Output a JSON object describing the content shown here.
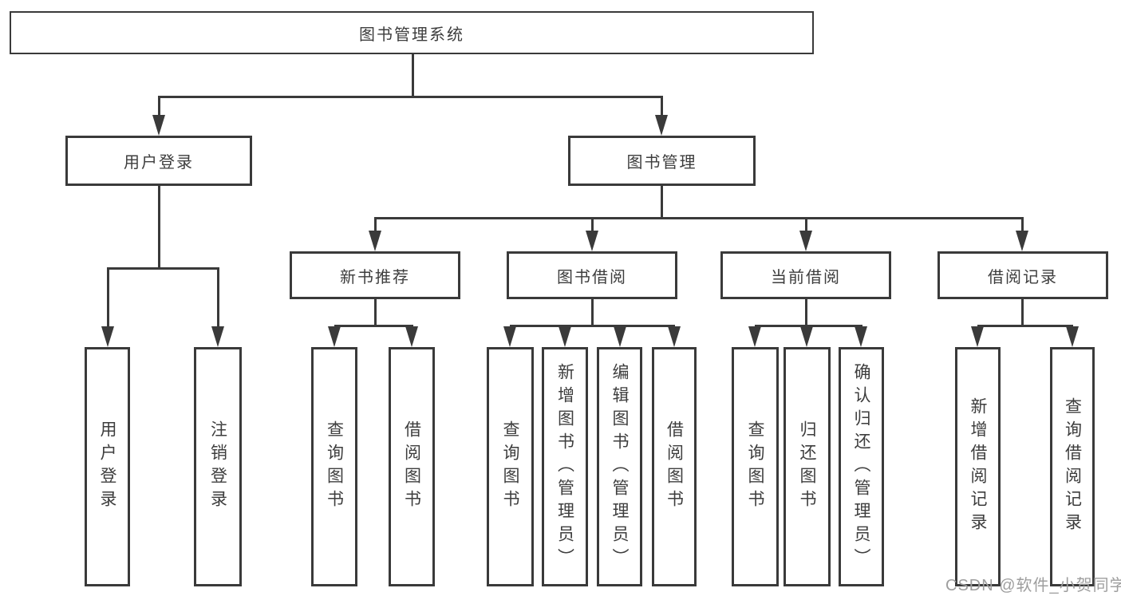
{
  "colors": {
    "line": "#3a3a3a",
    "text": "#3d3d3d",
    "background": "#ffffff",
    "watermark": "#9e9e9e"
  },
  "watermark": {
    "text": "CSDN @软件_小贺同学"
  },
  "diagram": {
    "type": "hierarchy-tree",
    "tree": {
      "label": "图书管理系统",
      "children": [
        {
          "label": "用户登录",
          "children": [
            {
              "label": "用户登录"
            },
            {
              "label": "注销登录"
            }
          ]
        },
        {
          "label": "图书管理",
          "children": [
            {
              "label": "新书推荐",
              "children": [
                {
                  "label": "查询图书"
                },
                {
                  "label": "借阅图书"
                }
              ]
            },
            {
              "label": "图书借阅",
              "children": [
                {
                  "label": "查询图书"
                },
                {
                  "label": "新增图书（管理员）"
                },
                {
                  "label": "编辑图书（管理员）"
                },
                {
                  "label": "借阅图书"
                }
              ]
            },
            {
              "label": "当前借阅",
              "children": [
                {
                  "label": "查询图书"
                },
                {
                  "label": "归还图书"
                },
                {
                  "label": "确认归还（管理员）"
                }
              ]
            },
            {
              "label": "借阅记录",
              "children": [
                {
                  "label": "新增借阅记录"
                },
                {
                  "label": "查询借阅记录"
                }
              ]
            }
          ]
        }
      ]
    }
  }
}
